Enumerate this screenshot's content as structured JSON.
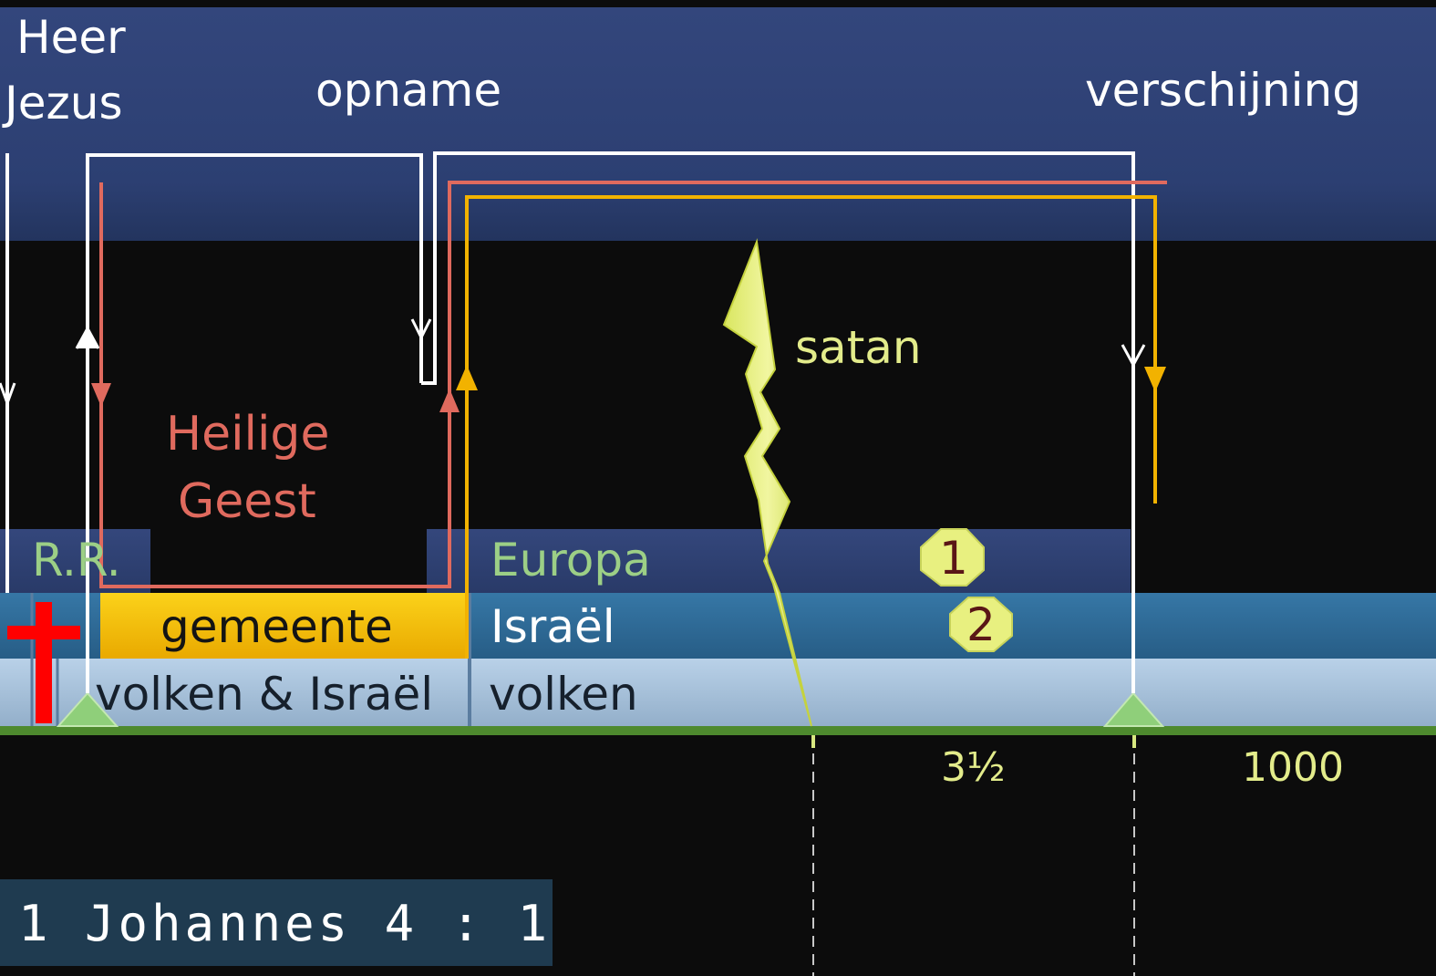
{
  "header": {
    "heer": "Heer",
    "jezus": "Jezus",
    "opname": "opname",
    "verschijning": "verschijning"
  },
  "labels": {
    "heilige": "Heilige",
    "geest": "Geest",
    "satan": "satan",
    "rr": "R.R.",
    "europa": "Europa",
    "gemeente": "gemeente",
    "israel": "Israël",
    "volken_israel": "volken & Israël",
    "volken": "volken",
    "badge_1": "1",
    "badge_2": "2"
  },
  "timeline": {
    "three_half": "3½",
    "thousand": "1000"
  },
  "reference": "1 Johannes 4 : 1",
  "colors": {
    "header_band": "#2f4478",
    "white_line": "#ffffff",
    "salmon_line": "#e06a5e",
    "gold_line": "#f2b200",
    "gemeente_bar": "#f4c200",
    "israel_bar": "#2f6a95",
    "volken_bar": "#a9c3dc",
    "europa_bar": "#2e3f70",
    "timeline": "#4e8a2e",
    "cross": "#ff0000",
    "lightning": "#e6f07a"
  }
}
